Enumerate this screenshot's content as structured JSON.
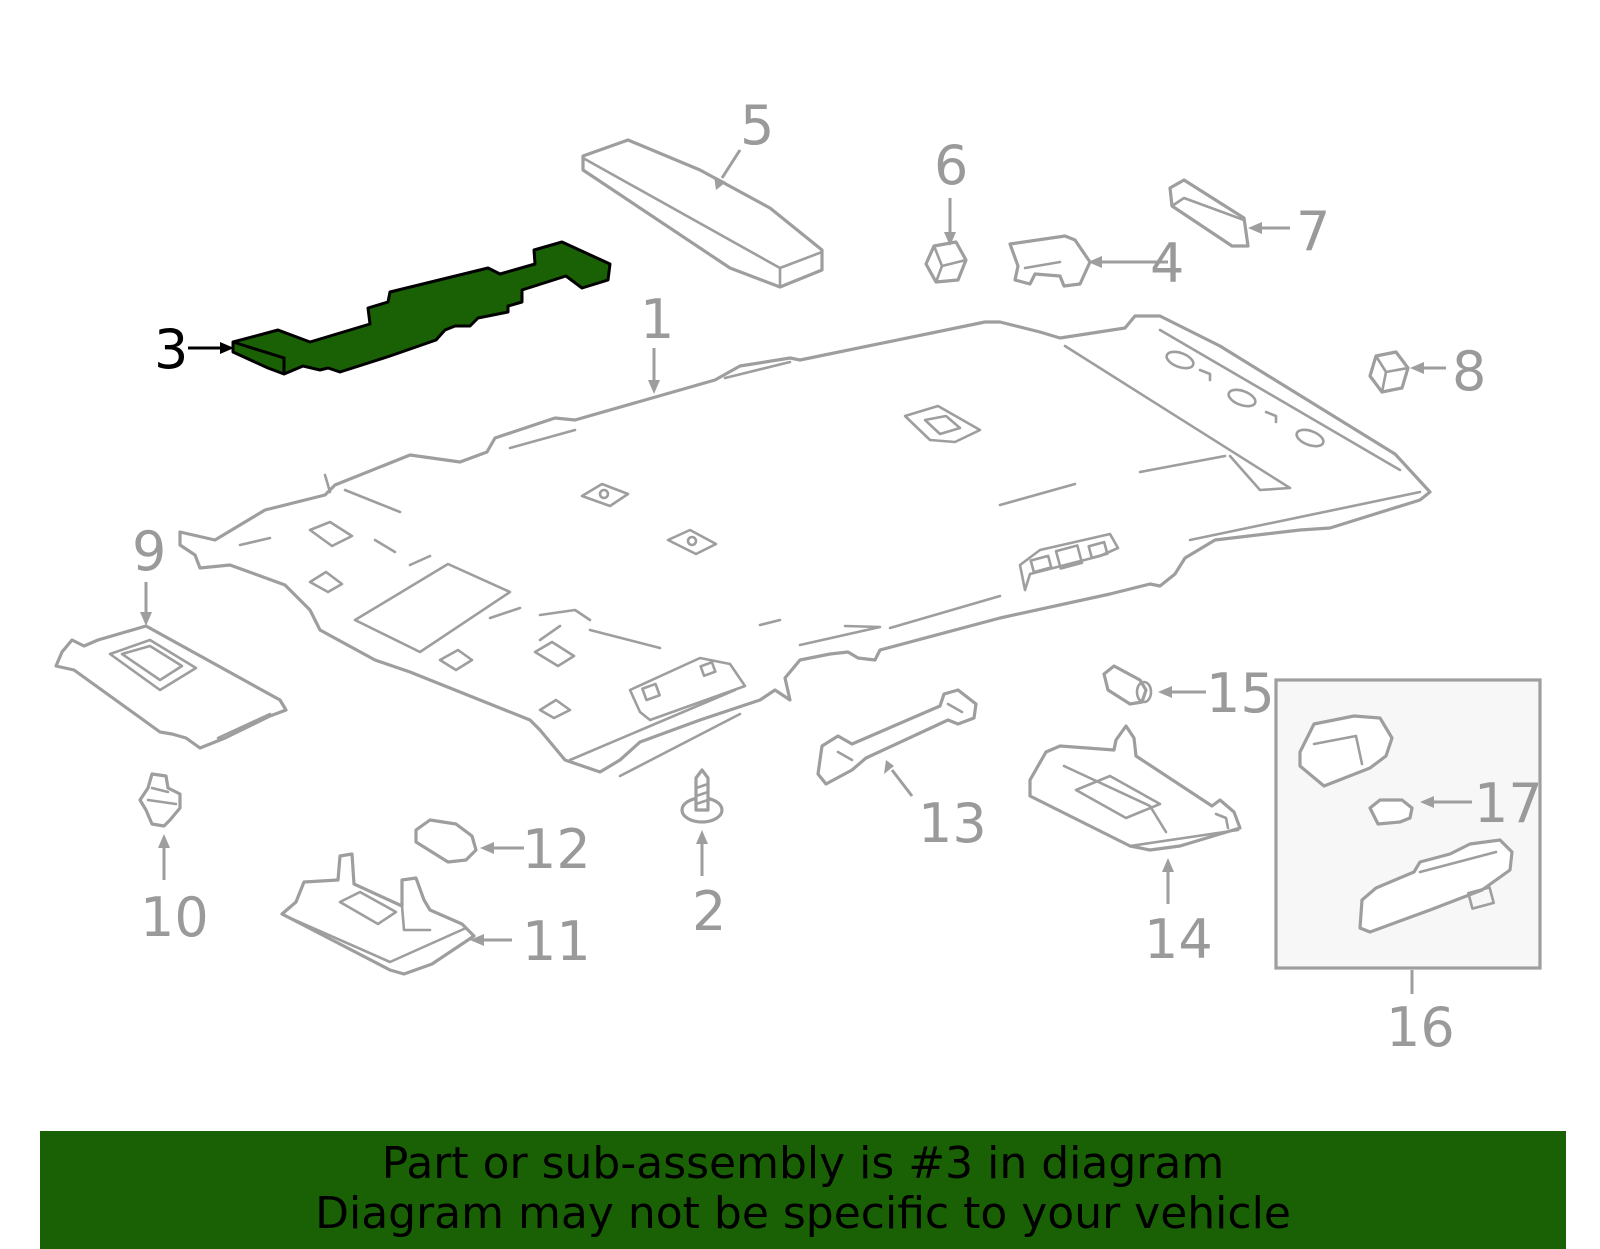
{
  "diagram": {
    "highlighted_part": "3",
    "highlight_color": "#1a6004",
    "line_color": "#9e9e9e",
    "callouts": [
      "1",
      "2",
      "3",
      "4",
      "5",
      "6",
      "7",
      "8",
      "9",
      "10",
      "11",
      "12",
      "13",
      "14",
      "15",
      "16",
      "17"
    ]
  },
  "banner": {
    "line1": "Part or sub-assembly is #3 in diagram",
    "line2": "Diagram may not be specific to your vehicle",
    "background": "#1a6004"
  }
}
